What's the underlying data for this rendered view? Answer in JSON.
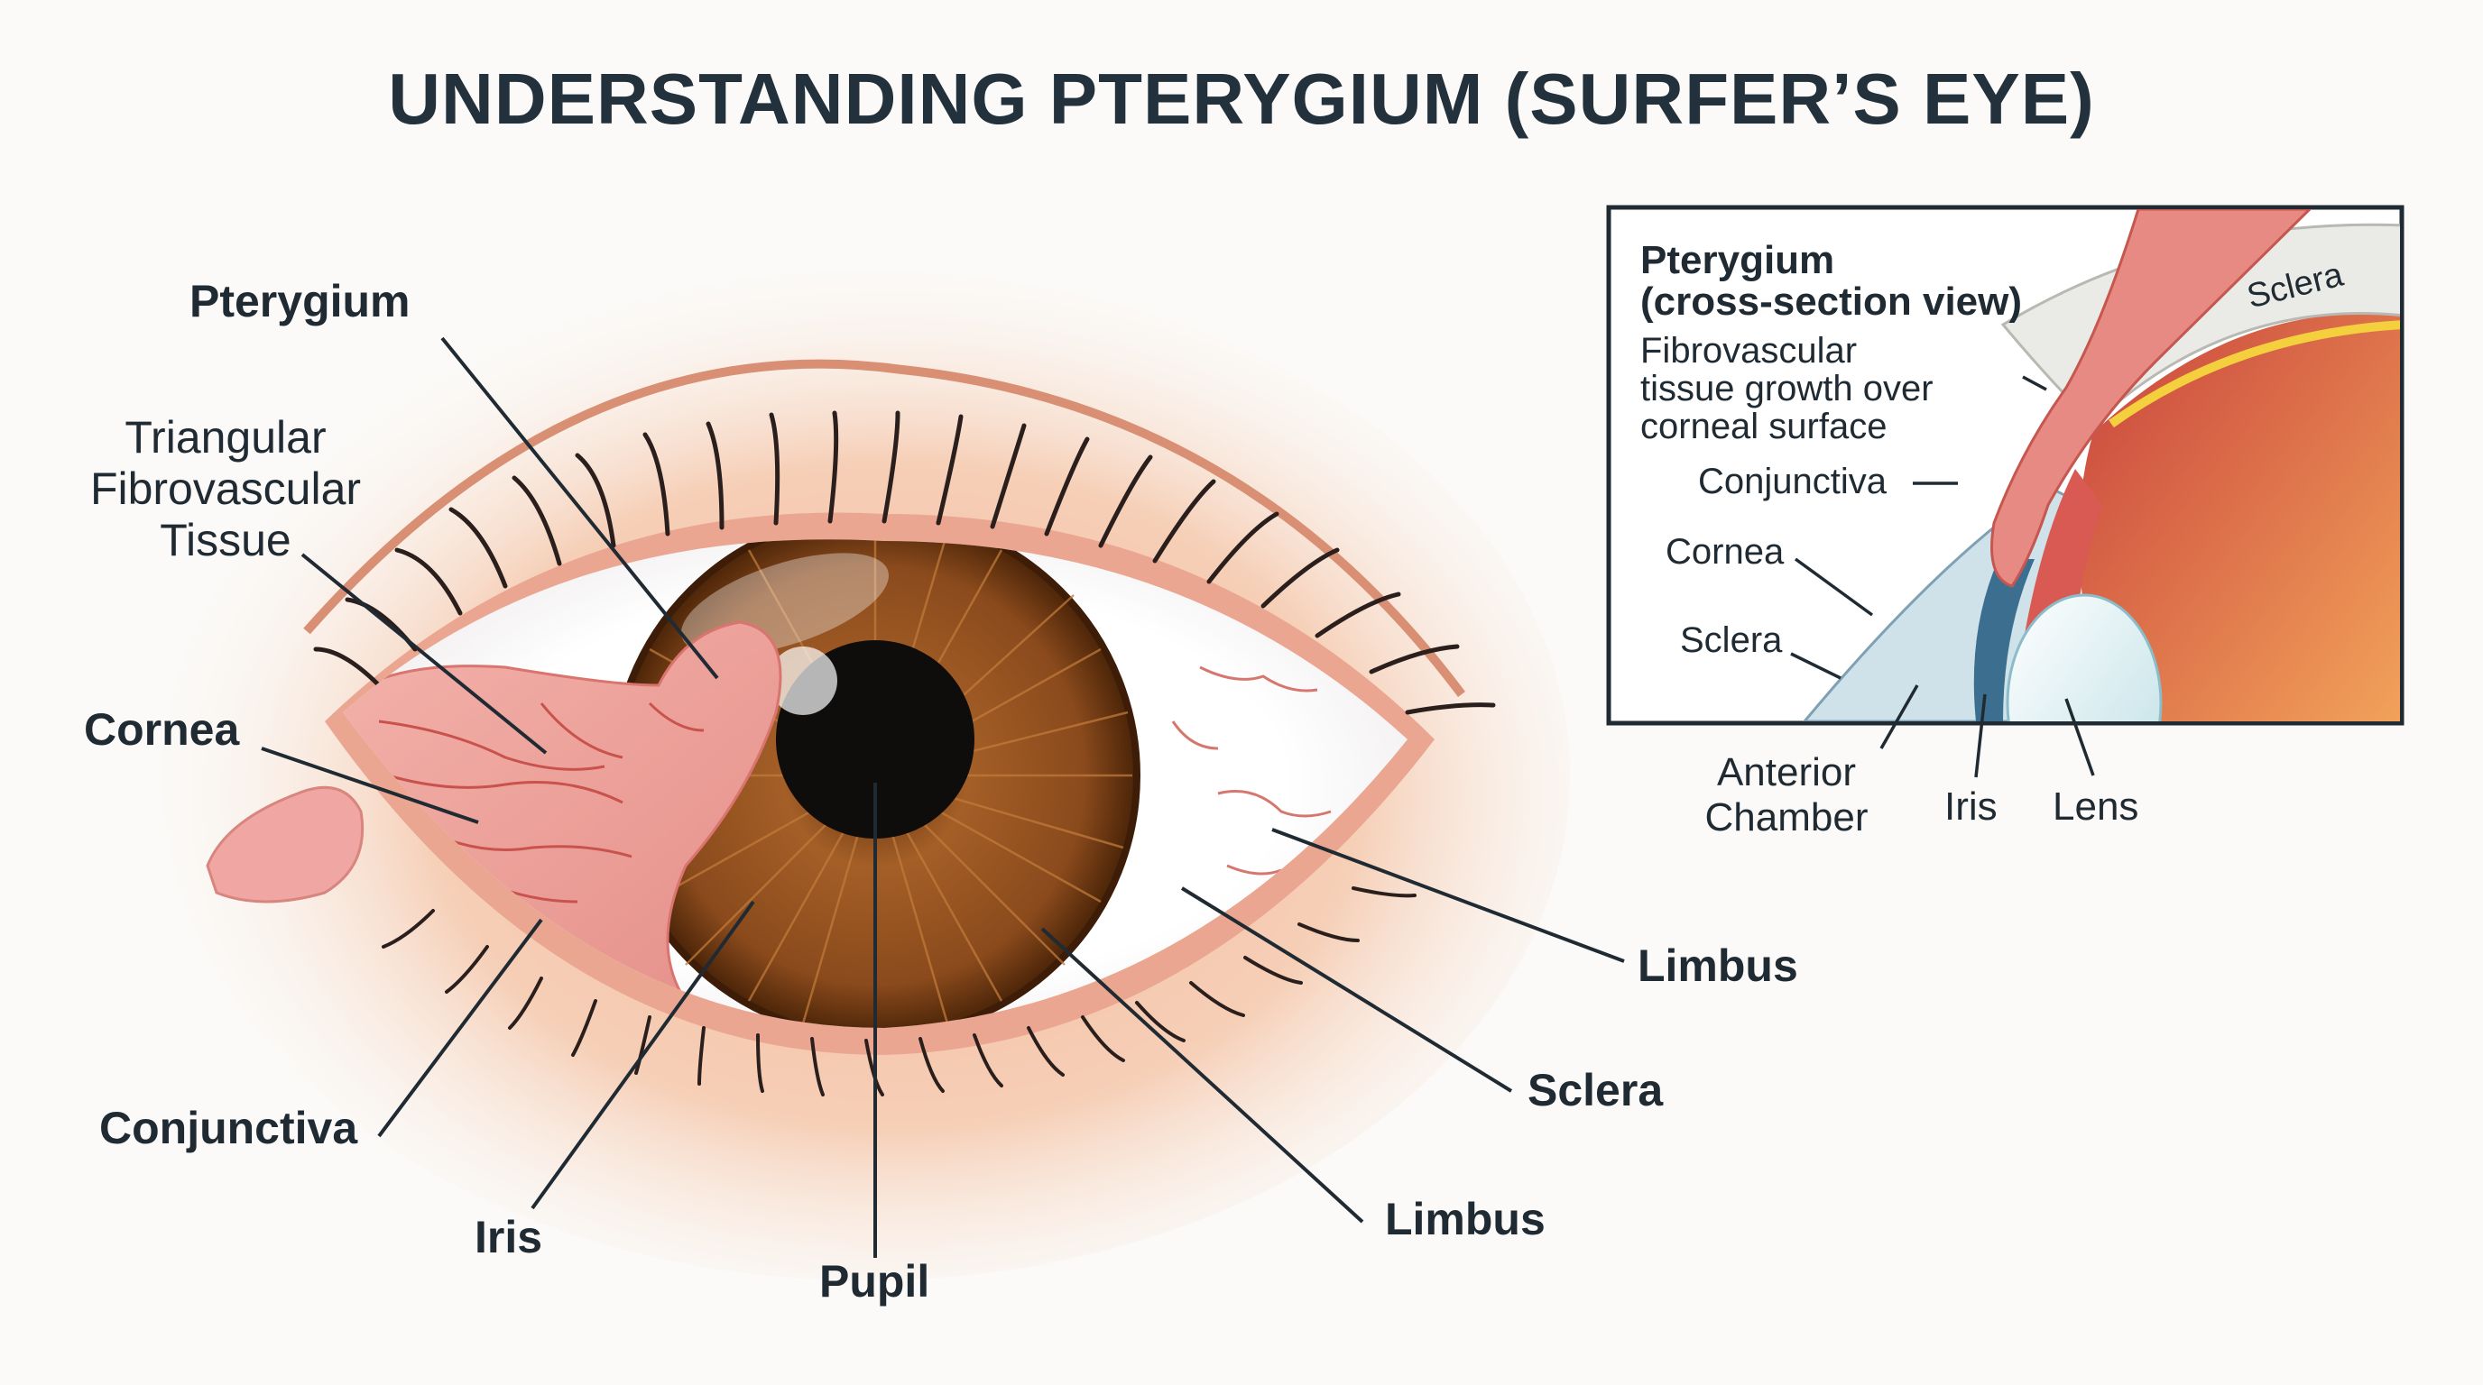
{
  "title": "UNDERSTANDING PTERYGIUM (SURFER’S EYE)",
  "main_labels": {
    "pterygium": "Pterygium",
    "triangular_1": "Triangular",
    "triangular_2": "Fibrovascular",
    "triangular_3": "Tissue",
    "cornea": "Cornea",
    "conjunctiva": "Conjunctiva",
    "iris": "Iris",
    "pupil": "Pupil",
    "limbus_lower": "Limbus",
    "sclera": "Sclera",
    "limbus_upper": "Limbus"
  },
  "inset": {
    "heading_1": "Pterygium",
    "heading_2": "(cross-section view)",
    "desc_1": "Fibrovascular",
    "desc_2": "tissue growth over",
    "desc_3": "corneal surface",
    "sclera_on_art": "Sclera",
    "conjunctiva": "Conjunctiva",
    "cornea": "Cornea",
    "sclera": "Sclera",
    "anterior_1": "Anterior",
    "anterior_2": "Chamber",
    "iris": "Iris",
    "lens": "Lens"
  },
  "colors": {
    "iris": "#8a4a1c",
    "skin": "#f2c3a8",
    "pterygium": "#f0a9a2",
    "sclera": "#ffffff",
    "leader": "#1f2a33"
  }
}
